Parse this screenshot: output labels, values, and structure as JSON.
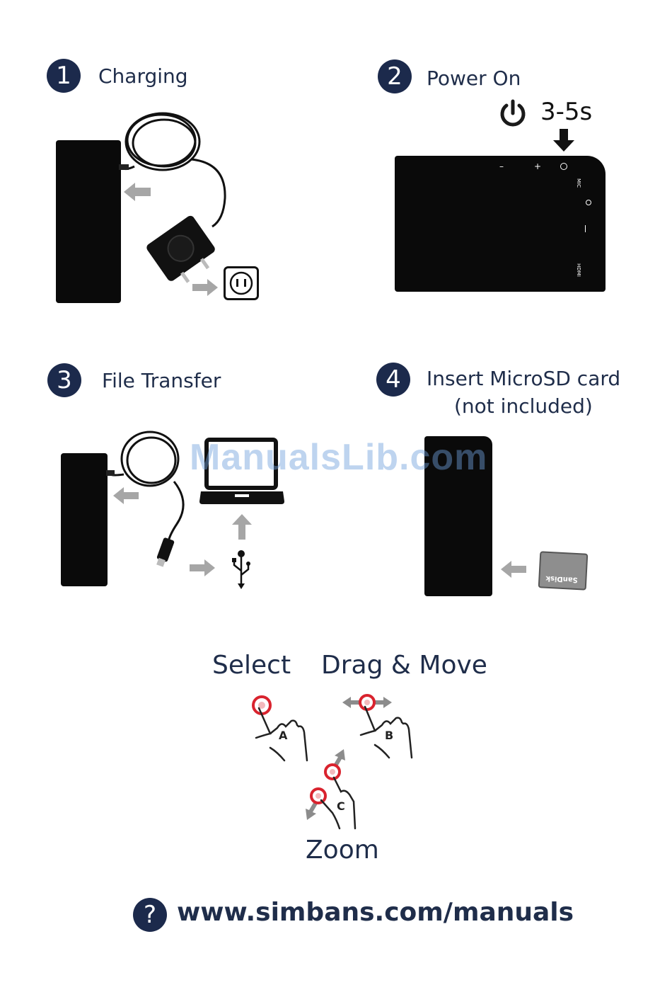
{
  "steps": [
    {
      "number": "1",
      "title": "Charging"
    },
    {
      "number": "2",
      "title": "Power On"
    },
    {
      "number": "3",
      "title": "File Transfer"
    },
    {
      "number": "4",
      "title": "Insert MicroSD card",
      "subtitle": "(not included)"
    }
  ],
  "power": {
    "duration": "3-5s"
  },
  "tablet_buttons": {
    "minus": "–",
    "plus": "+",
    "mic": "MIC",
    "hdmi": "HDMI"
  },
  "sd_card": {
    "brand": "SanDisk"
  },
  "watermark": "ManualsLib.com",
  "gestures": {
    "select": "Select",
    "drag": "Drag & Move",
    "zoom": "Zoom",
    "letters": [
      "A",
      "B",
      "C"
    ]
  },
  "help": {
    "icon": "?",
    "url": "www.simbans.com/manuals"
  },
  "colors": {
    "navy": "#1c2a4c",
    "arrow_gray": "#a6a6a6",
    "tap_red": "#d9232e"
  }
}
